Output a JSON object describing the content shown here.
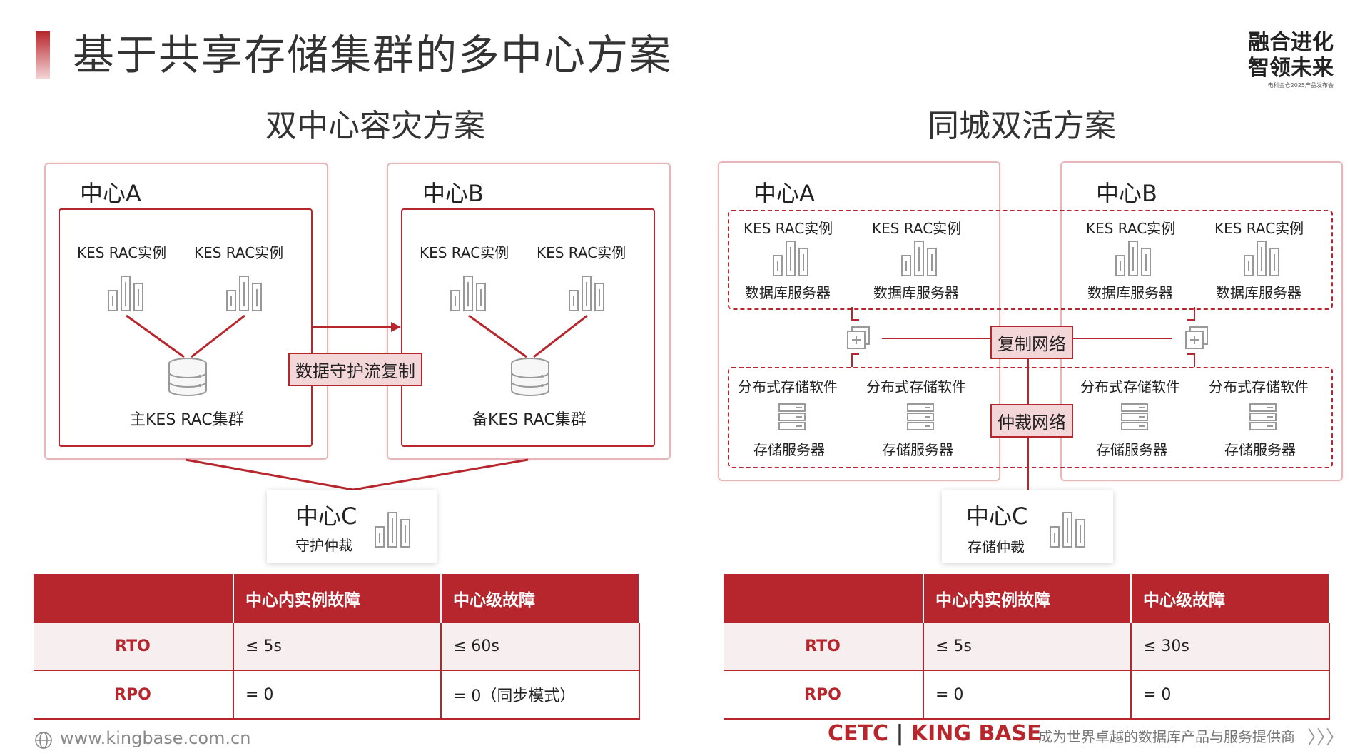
{
  "slide": {
    "title": "基于共享存储集群的多中心方案",
    "logo": {
      "line1": "融合进化",
      "line2": "智领未来",
      "line3": "电科金仓2025产品发布会"
    }
  },
  "left": {
    "title": "双中心容灾方案",
    "center_a": {
      "name": "中心A",
      "instance1": "KES RAC实例",
      "instance2": "KES RAC实例",
      "cluster": "主KES RAC集群"
    },
    "center_b": {
      "name": "中心B",
      "instance1": "KES RAC实例",
      "instance2": "KES RAC实例",
      "cluster": "备KES RAC集群"
    },
    "link_label": "数据守护流复制",
    "center_c": {
      "name": "中心C",
      "role": "守护仲裁"
    },
    "table": {
      "headers": [
        "",
        "中心内实例故障",
        "中心级故障"
      ],
      "rows": [
        {
          "label": "RTO",
          "c1": "≤ 5s",
          "c2": "≤ 60s"
        },
        {
          "label": "RPO",
          "c1": "= 0",
          "c2": "= 0（同步模式）"
        }
      ]
    }
  },
  "right": {
    "title": "同城双活方案",
    "center_a": {
      "name": "中心A",
      "instance1": "KES RAC实例",
      "instance2": "KES RAC实例",
      "server1": "数据库服务器",
      "server2": "数据库服务器",
      "soft1": "分布式存储软件",
      "soft2": "分布式存储软件",
      "storage1": "存储服务器",
      "storage2": "存储服务器"
    },
    "center_b": {
      "name": "中心B",
      "instance1": "KES RAC实例",
      "instance2": "KES RAC实例",
      "server1": "数据库服务器",
      "server2": "数据库服务器",
      "soft1": "分布式存储软件",
      "soft2": "分布式存储软件",
      "storage1": "存储服务器",
      "storage2": "存储服务器"
    },
    "replication_label": "复制网络",
    "arbitration_label": "仲裁网络",
    "center_c": {
      "name": "中心C",
      "role": "存储仲裁"
    },
    "table": {
      "headers": [
        "",
        "中心内实例故障",
        "中心级故障"
      ],
      "rows": [
        {
          "label": "RTO",
          "c1": "≤ 5s",
          "c2": "≤ 30s"
        },
        {
          "label": "RPO",
          "c1": "= 0",
          "c2": "= 0"
        }
      ]
    }
  },
  "footer": {
    "url": "www.kingbase.com.cn",
    "brand1": "CETC",
    "brand2": "KING BASE",
    "slogan": "成为世界卓越的数据库产品与服务提供商",
    "chevrons": "〉〉〉"
  },
  "colors": {
    "accent": "#b7262c",
    "accent_light": "#f3d7d8",
    "border_light": "#e6b6b8"
  }
}
